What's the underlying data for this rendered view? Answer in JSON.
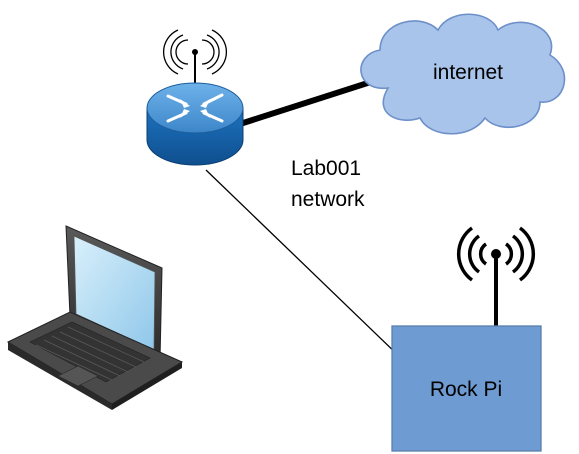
{
  "diagram": {
    "nodes": {
      "internet": {
        "label": "internet",
        "icon": "cloud-icon"
      },
      "router": {
        "label": "",
        "icon": "wireless-router-icon"
      },
      "laptop": {
        "label": "",
        "icon": "laptop-icon"
      },
      "rockpi": {
        "label": "Rock Pi",
        "icon": "antenna-icon"
      }
    },
    "network_label": {
      "line1": "Lab001",
      "line2": "network"
    },
    "links": [
      {
        "from": "router",
        "to": "internet",
        "style": "thick"
      },
      {
        "from": "router",
        "to": "rockpi",
        "style": "thin"
      }
    ]
  },
  "colors": {
    "cloud_fill": "#a9c4eb",
    "cloud_stroke": "#6d90c9",
    "router_top": "#5a9cd8",
    "router_side": "#1c6bb5",
    "device_fill": "#6e9bd1",
    "device_stroke": "#5b7fae",
    "laptop_screen": "#bfe3f7",
    "laptop_body": "#3c3c3c"
  }
}
